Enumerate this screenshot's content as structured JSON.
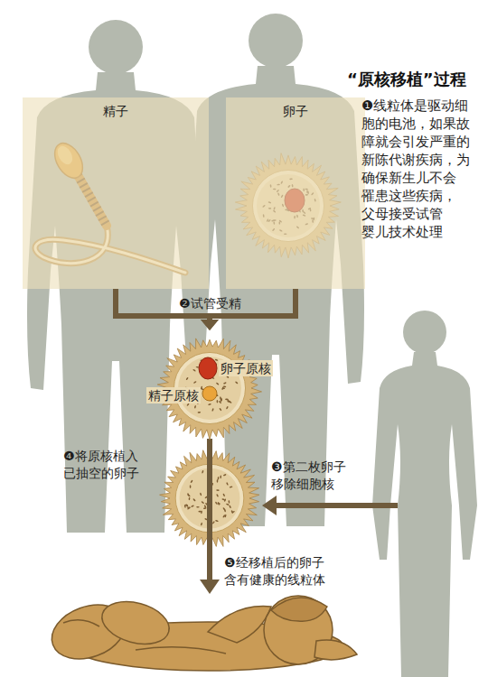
{
  "diagram": {
    "title": "“原核移植”过程",
    "nodes": [
      {
        "text": [
          "精子"
        ]
      },
      {
        "text": [
          "卵子"
        ]
      },
      {
        "text": [
          "卵子原核",
          "精子原核"
        ]
      }
    ],
    "edges": [
      {
        "from": 0,
        "to": 2,
        "arrow": "to",
        "label": "❷试管受精"
      },
      {
        "from": 1,
        "to": 2,
        "arrow": "to"
      }
    ],
    "labels": [
      "❶线粒体是驱动细 胞的电池，如果故 障就会引发严重的 新陈代谢疾病，为 确保新生儿不会 罹患这些疾病， 父母接受试管 婴儿技术处理",
      "❹将原核植入 已抽空的卵子",
      "❸第二枚卵子 移除细胞核",
      "❺经移植后的卵子 含有健康的线粒体"
    ]
  }
}
